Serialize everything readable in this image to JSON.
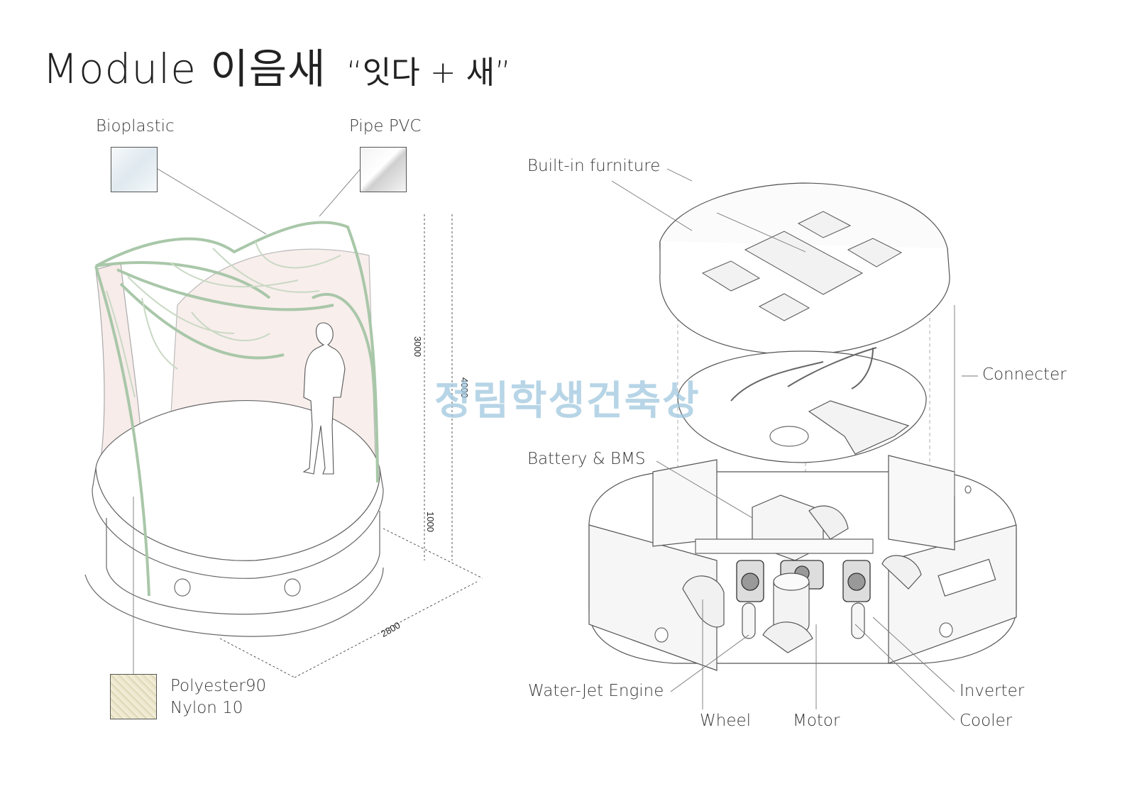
{
  "header": {
    "title": "Module 이음새",
    "subtitle": "“잇다 + 새”"
  },
  "module_drawing": {
    "labels": {
      "bioplastic": "Bioplastic",
      "pipe_pvc": "Pipe PVC",
      "fabric_line1": "Polyester90",
      "fabric_line2": "Nylon 10"
    },
    "dimensions": {
      "height_upper": "3000",
      "height_total": "4000",
      "height_base": "1000",
      "width": "2800"
    }
  },
  "base_drawing": {
    "labels": {
      "built_in_furniture": "Built-in furniture",
      "connecter": "Connecter",
      "battery_bms": "Battery & BMS",
      "water_jet_engine": "Water-Jet Engine",
      "wheel": "Wheel",
      "motor": "Motor",
      "inverter": "Inverter",
      "cooler": "Cooler"
    }
  },
  "watermark": "정림학생건축상",
  "colors": {
    "frame_green": "#a9c7a9",
    "fabric_pink": "#f7ecea",
    "line": "#6a6a6a",
    "watermark": "#9fc8de"
  }
}
